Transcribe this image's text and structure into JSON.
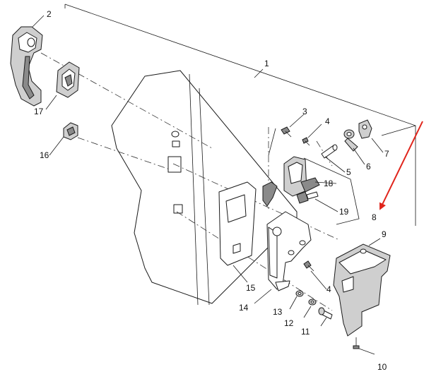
{
  "diagram": {
    "callouts": [
      "1",
      "2",
      "3",
      "4",
      "4",
      "5",
      "6",
      "7",
      "8",
      "9",
      "10",
      "11",
      "12",
      "13",
      "14",
      "15",
      "16",
      "17",
      "18",
      "19"
    ],
    "arrow_color": "#e0241b"
  }
}
